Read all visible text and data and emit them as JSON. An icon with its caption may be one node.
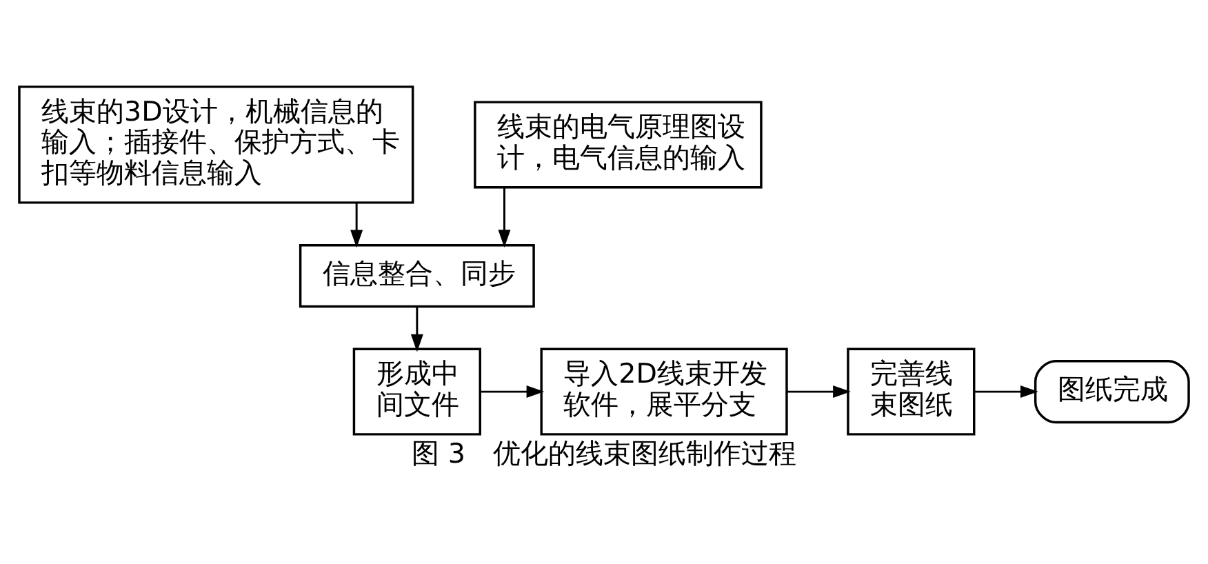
{
  "diagram": {
    "caption": "图 3　优化的线束图纸制作过程",
    "nodes": [
      {
        "text": [
          "线束的3D设计，机械信息的输入；插接件、保护方式、卡扣等物料信息输入"
        ]
      },
      {
        "text": [
          "线束的电气原理图设计，电气信息的输入"
        ]
      },
      {
        "text": [
          "信息整合、同步"
        ]
      },
      {
        "text": [
          "形成中间文件"
        ]
      },
      {
        "text": [
          "导入2D线束开发软件，展平分支"
        ]
      },
      {
        "text": [
          "完善线束图纸"
        ]
      },
      {
        "text": [
          "图纸完成"
        ]
      }
    ],
    "edges": [
      {
        "from": 0,
        "to": 2,
        "arrow": "to"
      },
      {
        "from": 1,
        "to": 2,
        "arrow": "to"
      },
      {
        "from": 2,
        "to": 3,
        "arrow": "to"
      },
      {
        "from": 3,
        "to": 4,
        "arrow": "to"
      },
      {
        "from": 4,
        "to": 5,
        "arrow": "to"
      },
      {
        "from": 5,
        "to": 6,
        "arrow": "to"
      }
    ]
  }
}
